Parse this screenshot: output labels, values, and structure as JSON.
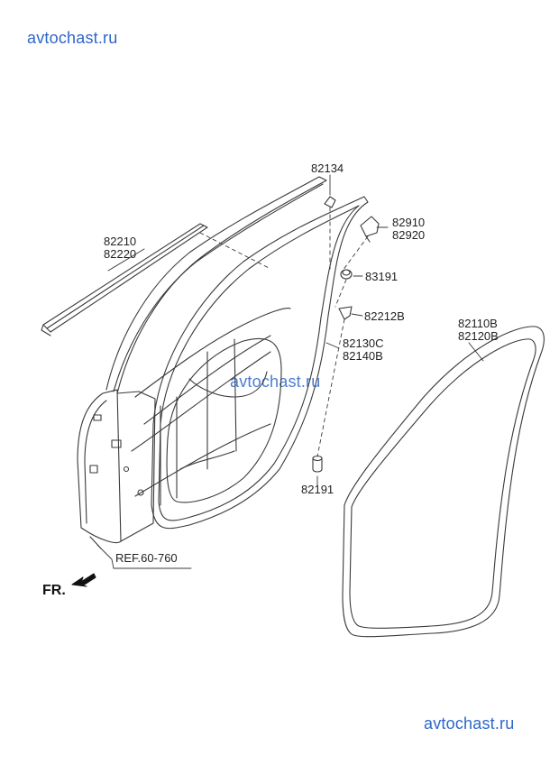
{
  "watermarks": {
    "top": "avtochast.ru",
    "middle": "avtochast.ru",
    "bottom": "avtochast.ru"
  },
  "colors": {
    "watermark": "#2f66c8",
    "line": "#3a3a3a",
    "text": "#222222"
  },
  "labels": {
    "p82134": "82134",
    "p82910": "82910",
    "p82920": "82920",
    "p82210": "82210",
    "p82220": "82220",
    "p83191": "83191",
    "p82212b": "82212B",
    "p82130c": "82130C",
    "p82140b": "82140B",
    "p82110b": "82110B",
    "p82120b": "82120B",
    "p82191": "82191",
    "ref": "REF.60-760",
    "fr": "FR."
  }
}
